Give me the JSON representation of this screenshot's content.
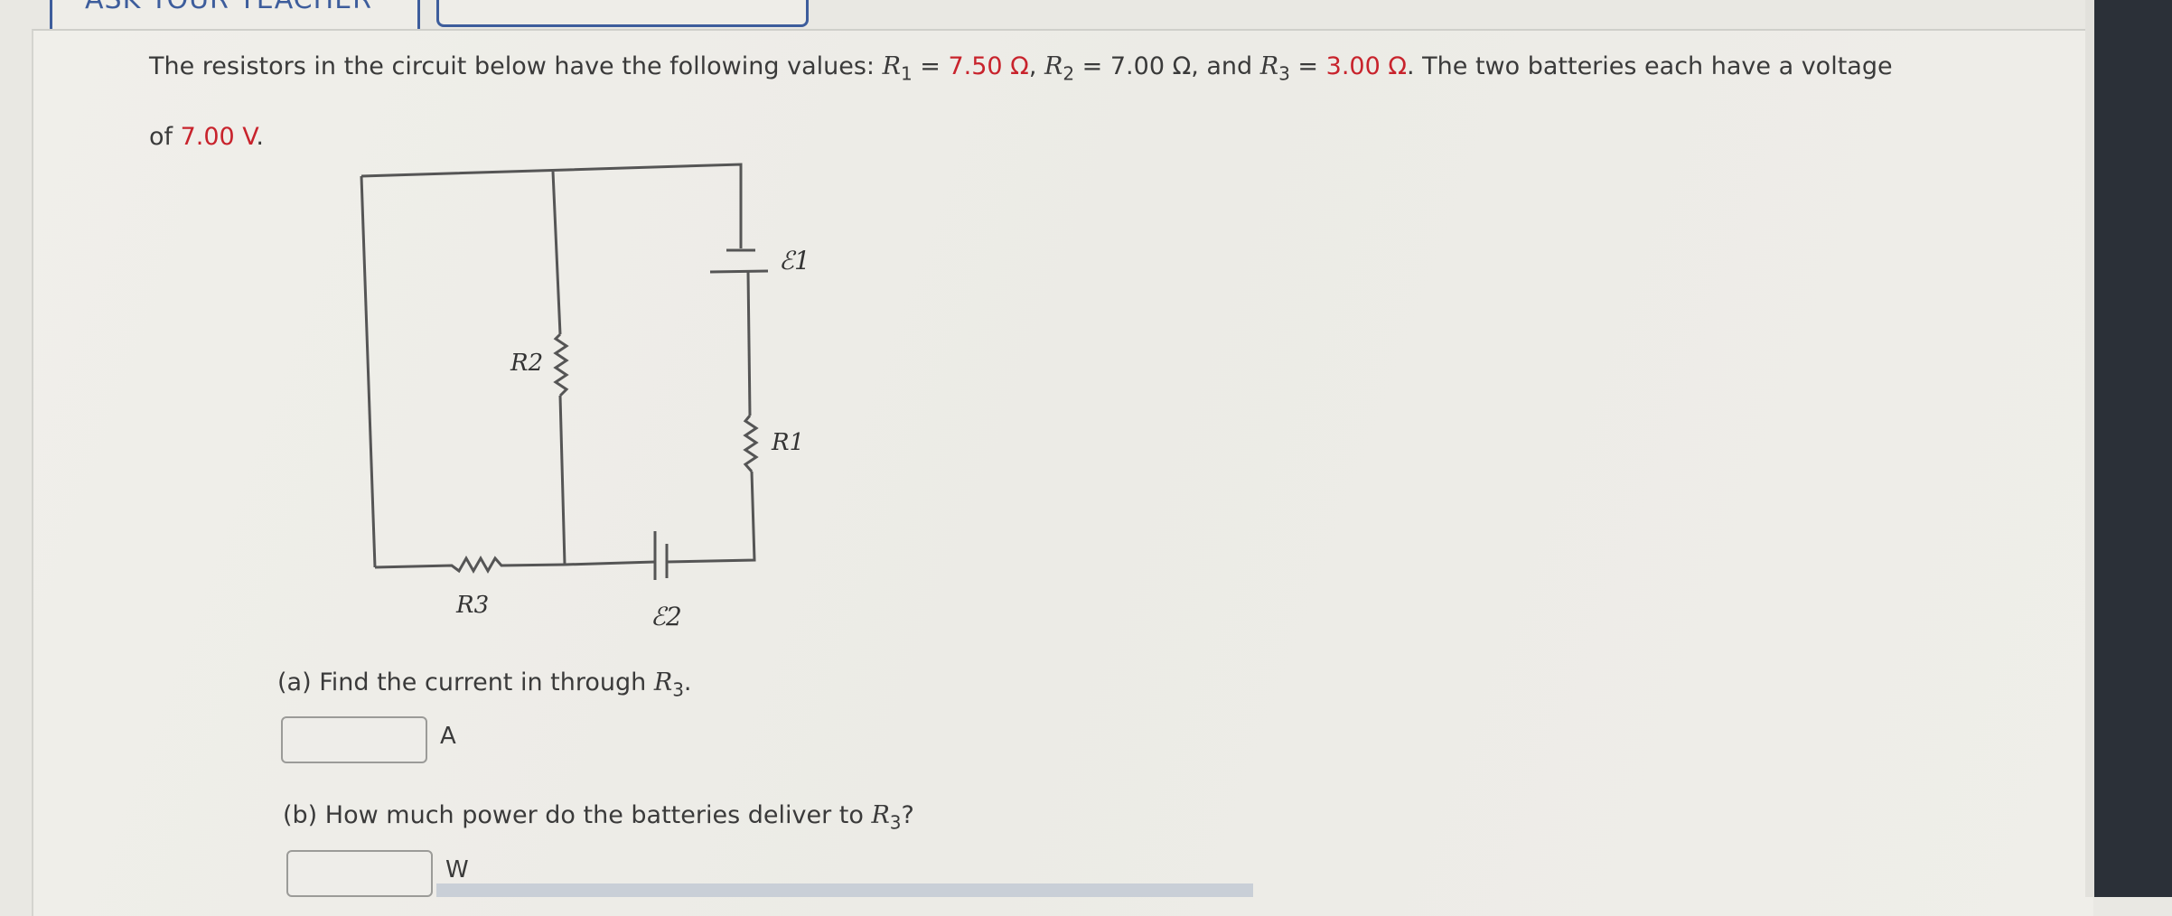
{
  "top_buttons": {
    "ask_teacher": "ASK YOUR TEACHER"
  },
  "problem": {
    "intro": "The resistors in the circuit below have the following values: ",
    "r1_sym": "R",
    "r1_sub": "1",
    "r1_val": "7.50 Ω",
    "r2_sym": "R",
    "r2_sub": "2",
    "r2_val": "7.00 Ω",
    "and": ", and ",
    "r3_sym": "R",
    "r3_sub": "3",
    "r3_val": "3.00 Ω",
    "tail": ". The two batteries each have a voltage",
    "line2_pre": "of ",
    "voltage": "7.00 V",
    "line2_post": "."
  },
  "circuit": {
    "labels": {
      "R1": "R1",
      "R2": "R2",
      "R3": "R3",
      "E1": "ℰ1",
      "E2": "ℰ2"
    }
  },
  "part_a": {
    "question": "(a) Find the current in through ",
    "sym": "R",
    "sub": "3",
    "end": ".",
    "unit": "A",
    "value": ""
  },
  "part_b": {
    "question": "(b) How much power do the batteries deliver to ",
    "sym": "R",
    "sub": "3",
    "end": "?",
    "unit": "W",
    "value": ""
  },
  "colors": {
    "highlight": "#c8232c",
    "button_border": "#3d5d9c"
  }
}
